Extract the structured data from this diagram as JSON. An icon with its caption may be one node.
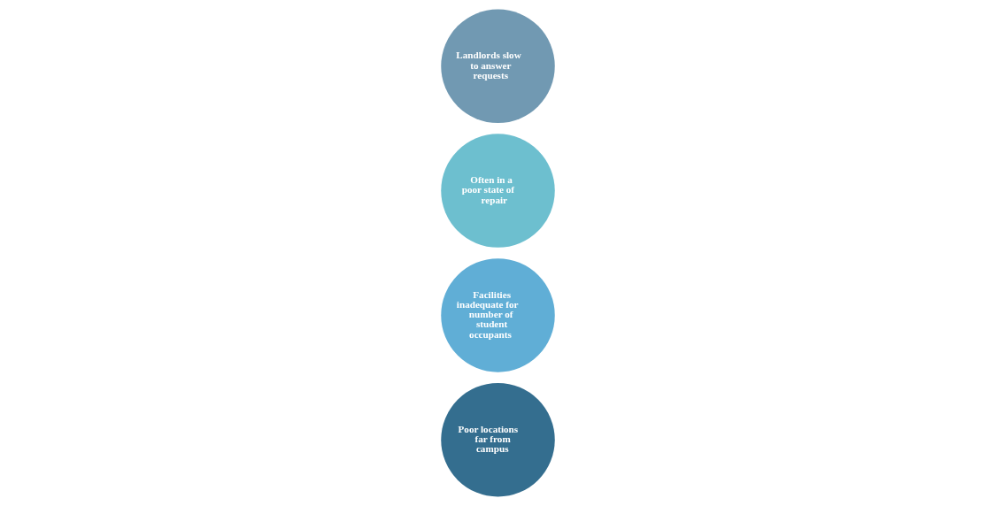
{
  "diagram": {
    "nodes": [
      {
        "text": [
          "Poor locations far from campus"
        ]
      },
      {
        "text": [
          "Facilities inadequate for number of student occupants"
        ]
      },
      {
        "text": [
          "Often in a poor state of repair"
        ]
      },
      {
        "text": [
          "Landlords slow to answer requests"
        ]
      }
    ]
  }
}
